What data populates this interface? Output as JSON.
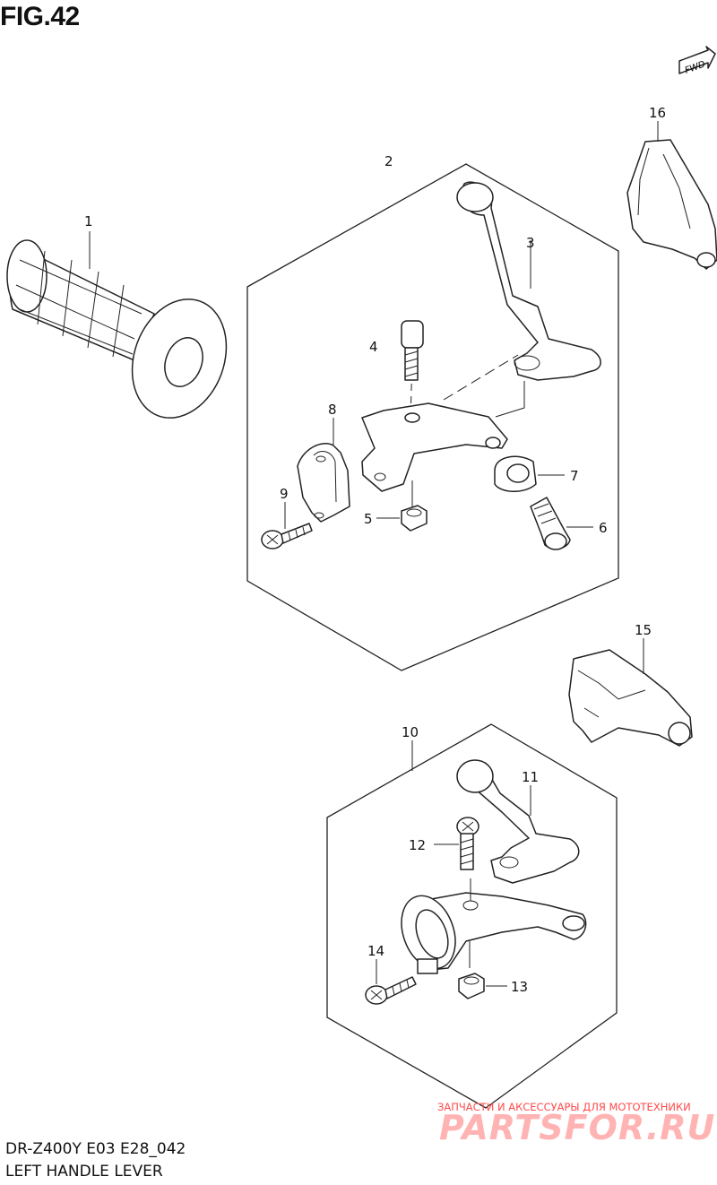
{
  "figure": {
    "title": "FIG.42",
    "model_code": "DR-Z400Y E03 E28_042",
    "part_name": "LEFT HANDLE LEVER",
    "forward_label": "FWD"
  },
  "callouts": [
    "1",
    "2",
    "3",
    "4",
    "5",
    "6",
    "7",
    "8",
    "9",
    "10",
    "11",
    "12",
    "13",
    "14",
    "15",
    "16"
  ],
  "watermark": {
    "subtitle": "ЗАПЧАСТИ И АКСЕССУАРЫ ДЛЯ МОТОТЕХНИКИ",
    "logo": "PARTSFOR.RU"
  }
}
